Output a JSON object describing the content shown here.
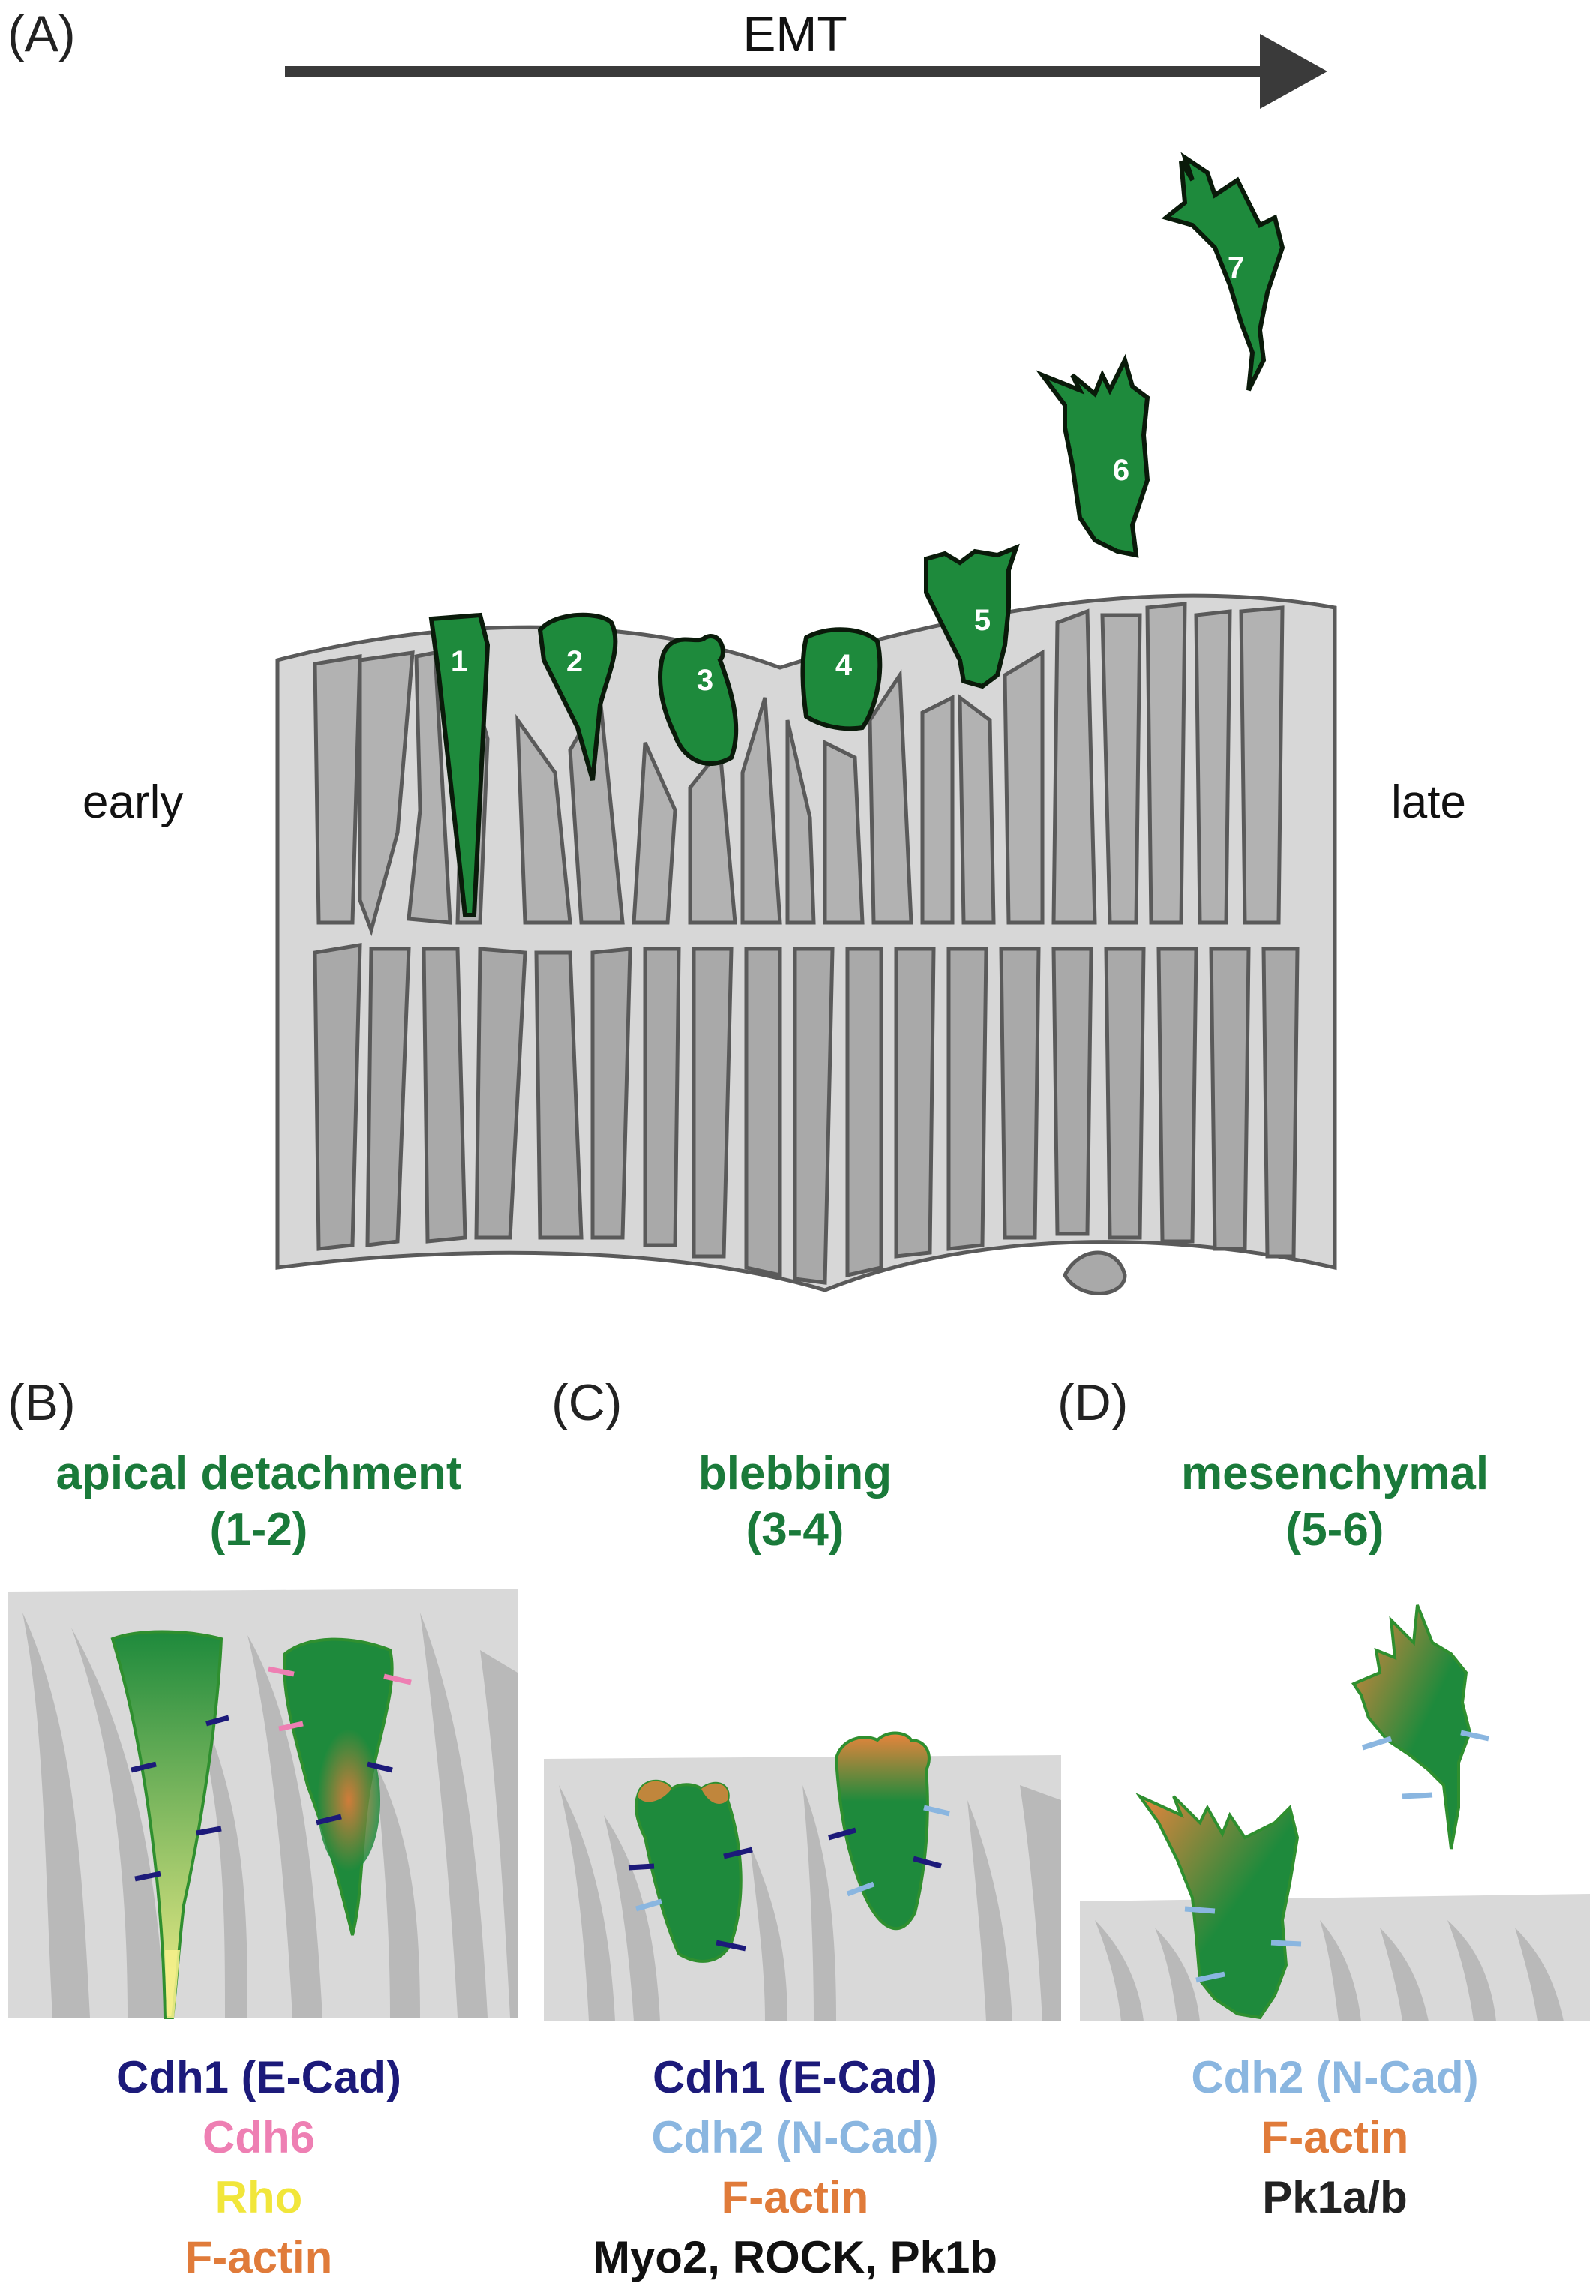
{
  "panelA": {
    "label": "(A)",
    "arrow_label": "EMT",
    "left_label": "early",
    "right_label": "late",
    "cell_numbers": [
      "1",
      "2",
      "3",
      "4",
      "5",
      "6",
      "7"
    ]
  },
  "panelB": {
    "label": "(B)",
    "title_line1": "apical detachment",
    "title_line2": "(1-2)",
    "legend": [
      {
        "text": "Cdh1 (E-Cad)",
        "color": "#1c1a7a"
      },
      {
        "text": "Cdh6",
        "color": "#ee7fb3"
      },
      {
        "text": "Rho",
        "color": "#f1e63a"
      },
      {
        "text": "F-actin",
        "color": "#e07b3a"
      }
    ]
  },
  "panelC": {
    "label": "(C)",
    "title_line1": "blebbing",
    "title_line2": "(3-4)",
    "legend": [
      {
        "text": "Cdh1 (E-Cad)",
        "color": "#1c1a7a"
      },
      {
        "text": "Cdh2 (N-Cad)",
        "color": "#8ab6e0"
      },
      {
        "text": "F-actin",
        "color": "#e07b3a"
      },
      {
        "text": "Myo2, ROCK, Pk1b",
        "color": "#111111"
      }
    ]
  },
  "panelD": {
    "label": "(D)",
    "title_line1": "mesenchymal",
    "title_line2": "(5-6)",
    "legend": [
      {
        "text": "Cdh2 (N-Cad)",
        "color": "#8ab6e0"
      },
      {
        "text": "F-actin",
        "color": "#e07b3a"
      },
      {
        "text": "Pk1a/b",
        "color": "#222222"
      }
    ]
  }
}
